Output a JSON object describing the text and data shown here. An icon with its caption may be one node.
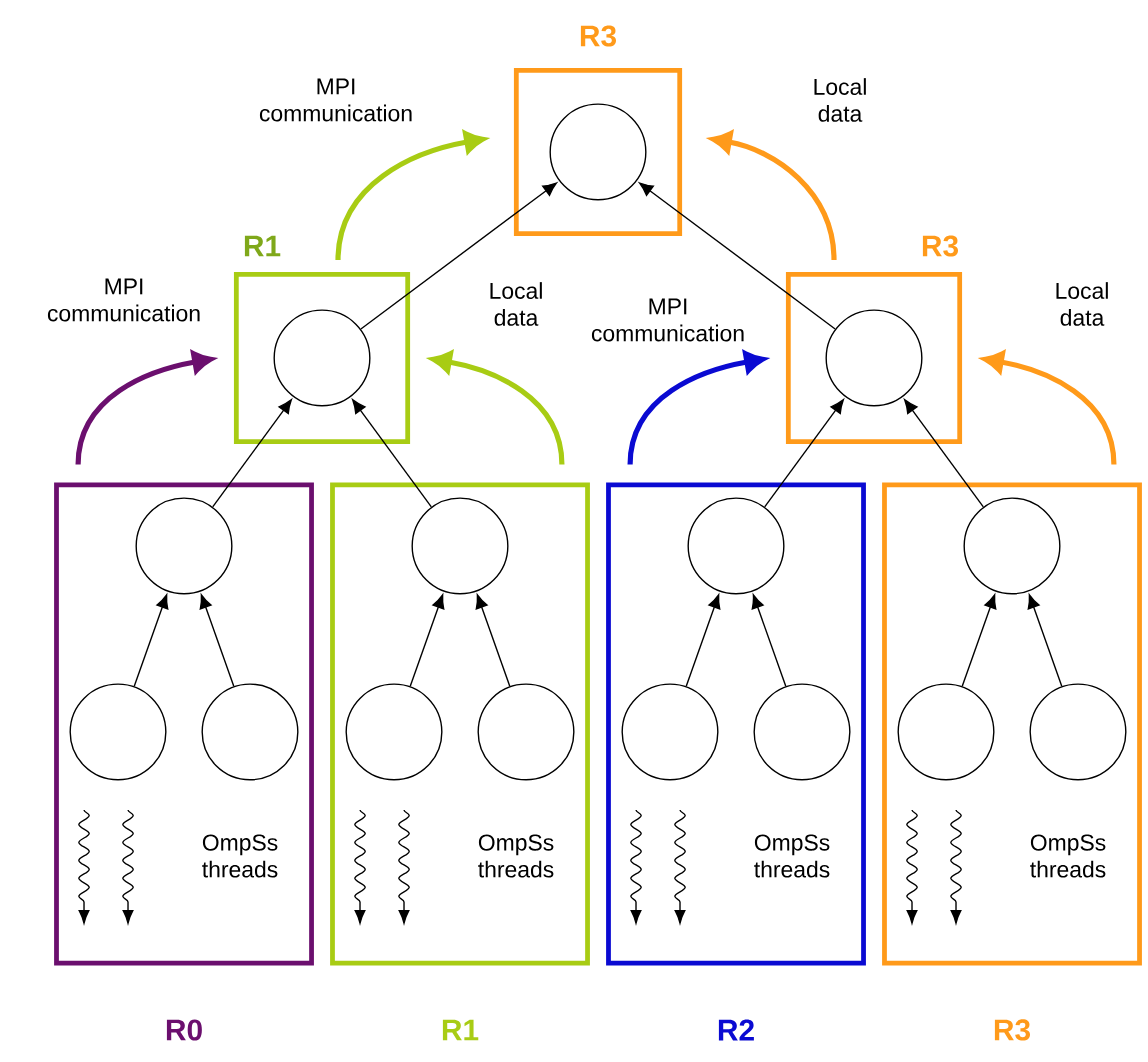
{
  "diagram": {
    "nodes": [
      {
        "text": [
          "R3"
        ]
      },
      {
        "text": [],
        "shape": "circle",
        "in": 0
      },
      {
        "text": [
          "R1"
        ]
      },
      {
        "text": [],
        "shape": "circle",
        "in": 2
      },
      {
        "text": [
          "R3"
        ]
      },
      {
        "text": [],
        "shape": "circle",
        "in": 4
      },
      {
        "text": [
          "OmpSs threads",
          "R0"
        ]
      },
      {
        "text": [],
        "shape": "circle",
        "in": 6
      },
      {
        "text": [],
        "shape": "circle",
        "in": 6
      },
      {
        "text": [],
        "shape": "circle",
        "in": 6
      },
      {
        "text": [
          "OmpSs threads",
          "R1"
        ]
      },
      {
        "text": [],
        "shape": "circle",
        "in": 10
      },
      {
        "text": [],
        "shape": "circle",
        "in": 10
      },
      {
        "text": [],
        "shape": "circle",
        "in": 10
      },
      {
        "text": [
          "OmpSs threads",
          "R2"
        ]
      },
      {
        "text": [],
        "shape": "circle",
        "in": 14
      },
      {
        "text": [],
        "shape": "circle",
        "in": 14
      },
      {
        "text": [],
        "shape": "circle",
        "in": 14
      },
      {
        "text": [
          "OmpSs threads",
          "R3"
        ]
      },
      {
        "text": [],
        "shape": "circle",
        "in": 18
      },
      {
        "text": [],
        "shape": "circle",
        "in": 18
      },
      {
        "text": [],
        "shape": "circle",
        "in": 18
      }
    ],
    "edges": [
      {
        "from": 8,
        "to": 7,
        "arrow": "to"
      },
      {
        "from": 9,
        "to": 7,
        "arrow": "to"
      },
      {
        "from": 12,
        "to": 11,
        "arrow": "to"
      },
      {
        "from": 13,
        "to": 11,
        "arrow": "to"
      },
      {
        "from": 16,
        "to": 15,
        "arrow": "to"
      },
      {
        "from": 17,
        "to": 15,
        "arrow": "to"
      },
      {
        "from": 20,
        "to": 19,
        "arrow": "to"
      },
      {
        "from": 21,
        "to": 19,
        "arrow": "to"
      },
      {
        "from": 7,
        "to": 3,
        "arrow": "to"
      },
      {
        "from": 11,
        "to": 3,
        "arrow": "to"
      },
      {
        "from": 15,
        "to": 5,
        "arrow": "to"
      },
      {
        "from": 19,
        "to": 5,
        "arrow": "to"
      },
      {
        "from": 3,
        "to": 1,
        "arrow": "to"
      },
      {
        "from": 5,
        "to": 1,
        "arrow": "to"
      },
      {
        "from": 6,
        "to": 2,
        "arrow": "to",
        "label": "MPI communication",
        "style": "thick",
        "color": "#6b0f6e"
      },
      {
        "from": 10,
        "to": 2,
        "arrow": "to",
        "label": "Local data",
        "style": "thick",
        "color": "#a8cc14"
      },
      {
        "from": 14,
        "to": 4,
        "arrow": "to",
        "label": "MPI communication",
        "style": "thick",
        "color": "#0a0ad2"
      },
      {
        "from": 18,
        "to": 4,
        "arrow": "to",
        "label": "Local data",
        "style": "thick",
        "color": "#ff9a1a"
      },
      {
        "from": 2,
        "to": 0,
        "arrow": "to",
        "label": "MPI communication",
        "style": "thick",
        "color": "#a8cc14"
      },
      {
        "from": 4,
        "to": 0,
        "arrow": "to",
        "label": "Local data",
        "style": "thick",
        "color": "#ff9a1a"
      }
    ]
  }
}
